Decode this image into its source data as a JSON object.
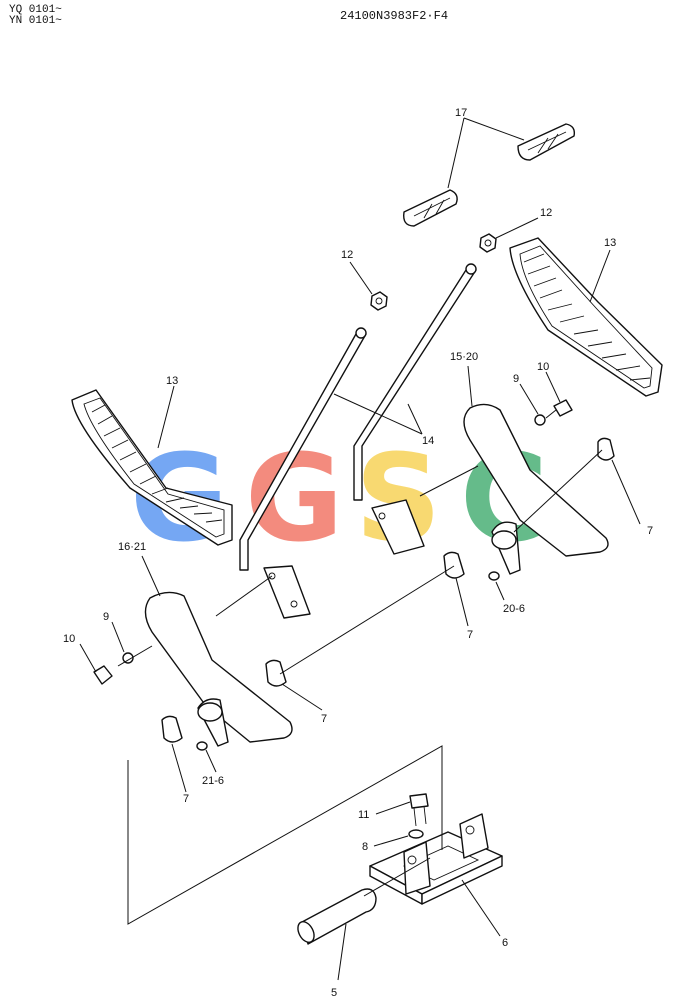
{
  "header": {
    "model_line_1": "YQ 0101~",
    "model_line_2": "YN 0101~",
    "drawing_number": "24100N3983F2·F4"
  },
  "watermark": {
    "letters": [
      "G",
      "G",
      "S",
      "C"
    ],
    "colors": [
      "#4f8ff0",
      "#f06b5a",
      "#f7cf4a",
      "#3aa86a"
    ]
  },
  "callouts": [
    {
      "id": "c17",
      "label": "17"
    },
    {
      "id": "c12a",
      "label": "12"
    },
    {
      "id": "c13a",
      "label": "13"
    },
    {
      "id": "c12b",
      "label": "12"
    },
    {
      "id": "c15_20",
      "label": "15·20"
    },
    {
      "id": "c9a",
      "label": "9"
    },
    {
      "id": "c10a",
      "label": "10"
    },
    {
      "id": "c13b",
      "label": "13"
    },
    {
      "id": "c14",
      "label": "14"
    },
    {
      "id": "c7a",
      "label": "7"
    },
    {
      "id": "c16_21",
      "label": "16·21"
    },
    {
      "id": "c20_6",
      "label": "20-6"
    },
    {
      "id": "c7b",
      "label": "7"
    },
    {
      "id": "c9b",
      "label": "9"
    },
    {
      "id": "c10b",
      "label": "10"
    },
    {
      "id": "c7c",
      "label": "7"
    },
    {
      "id": "c21_6",
      "label": "21-6"
    },
    {
      "id": "c7d",
      "label": "7"
    },
    {
      "id": "c11",
      "label": "11"
    },
    {
      "id": "c8",
      "label": "8"
    },
    {
      "id": "c6",
      "label": "6"
    },
    {
      "id": "c5",
      "label": "5"
    }
  ]
}
